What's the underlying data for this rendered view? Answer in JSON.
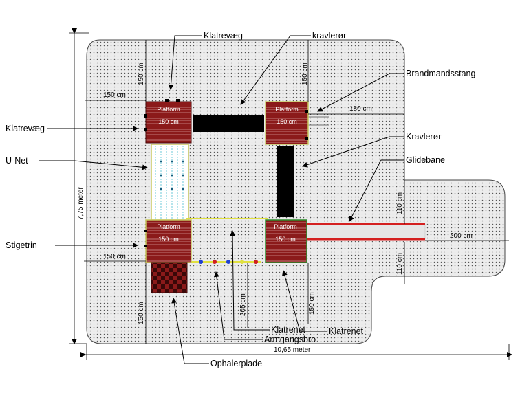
{
  "labels": {
    "klatrevaeg_top": "Klatrevæg",
    "kravleror_top": "kravlerør",
    "brandmandsstang": "Brandmandsstang",
    "klatrevaeg_left": "Klatrevæg",
    "kravleror_right": "Kravlerør",
    "u_net": "U-Net",
    "glidebane": "Glidebane",
    "stigetrin": "Stigetrin",
    "klatrenet_mid": "Klatrenet",
    "armgangsbro": "Armgangsbro",
    "klatrenet_right": "Klatrenet",
    "ophalerplade": "Ophalerplade"
  },
  "dimensions": {
    "overall_width": "10,65 meter",
    "overall_height": "7,75 meter",
    "d150": "150 cm",
    "d180": "180 cm",
    "d200": "200 cm",
    "d110": "110 cm",
    "d205": "205 cm"
  },
  "platform": {
    "title": "Platform",
    "size": "150 cm"
  },
  "colors": {
    "platform": "#8b1a1a",
    "tube": "#000000",
    "slide": "#d42020",
    "slide_bed": "#e6e6e6",
    "net": "#7ad3e0",
    "bridge": "#e0e040"
  }
}
